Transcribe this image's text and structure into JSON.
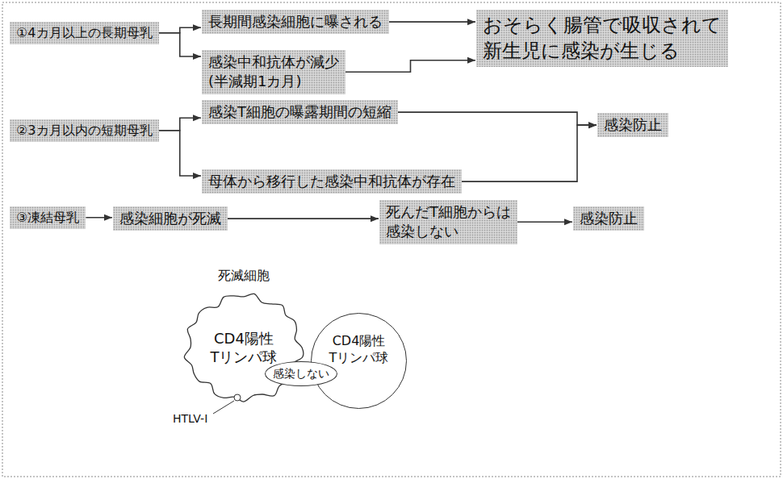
{
  "diagram": {
    "nodes": [
      {
        "text": [
          "①4カ月以上の長期母乳"
        ]
      },
      {
        "text": [
          "長期間感染細胞に曝される"
        ]
      },
      {
        "text": [
          "おそらく腸管で吸収されて 新生児に感染が生じる"
        ]
      },
      {
        "text": [
          "感染中和抗体が減少 (半減期1カ月)"
        ]
      },
      {
        "text": [
          "②3カ月以内の短期母乳"
        ]
      },
      {
        "text": [
          "感染T細胞の曝露期間の短縮"
        ]
      },
      {
        "text": [
          "感染防止"
        ]
      },
      {
        "text": [
          "母体から移行した感染中和抗体が存在"
        ]
      },
      {
        "text": [
          "③凍結母乳"
        ]
      },
      {
        "text": [
          "感染細胞が死滅"
        ]
      },
      {
        "text": [
          "死んだT細胞からは 感染しない"
        ]
      },
      {
        "text": [
          "感染防止"
        ]
      },
      {
        "text": [
          "死滅細胞",
          "CD4陽性 Tリンパ球"
        ]
      },
      {
        "text": [
          "感染しない"
        ]
      },
      {
        "text": [
          "CD4陽性 Tリンパ球"
        ]
      }
    ],
    "edges": [
      {
        "from": 0,
        "to": 1,
        "arrow": "to"
      },
      {
        "from": 0,
        "to": 3,
        "arrow": "to"
      },
      {
        "from": 1,
        "to": 2,
        "arrow": "to"
      },
      {
        "from": 3,
        "to": 2,
        "arrow": "to"
      },
      {
        "from": 4,
        "to": 5,
        "arrow": "to"
      },
      {
        "from": 4,
        "to": 7,
        "arrow": "to"
      },
      {
        "from": 5,
        "to": 6,
        "arrow": "to"
      },
      {
        "from": 7,
        "to": 6,
        "arrow": "to"
      },
      {
        "from": 8,
        "to": 9,
        "arrow": "to"
      },
      {
        "from": 9,
        "to": 10,
        "arrow": "to"
      },
      {
        "from": 10,
        "to": 11,
        "arrow": "to"
      }
    ],
    "labels": [
      "HTLV-I"
    ]
  }
}
